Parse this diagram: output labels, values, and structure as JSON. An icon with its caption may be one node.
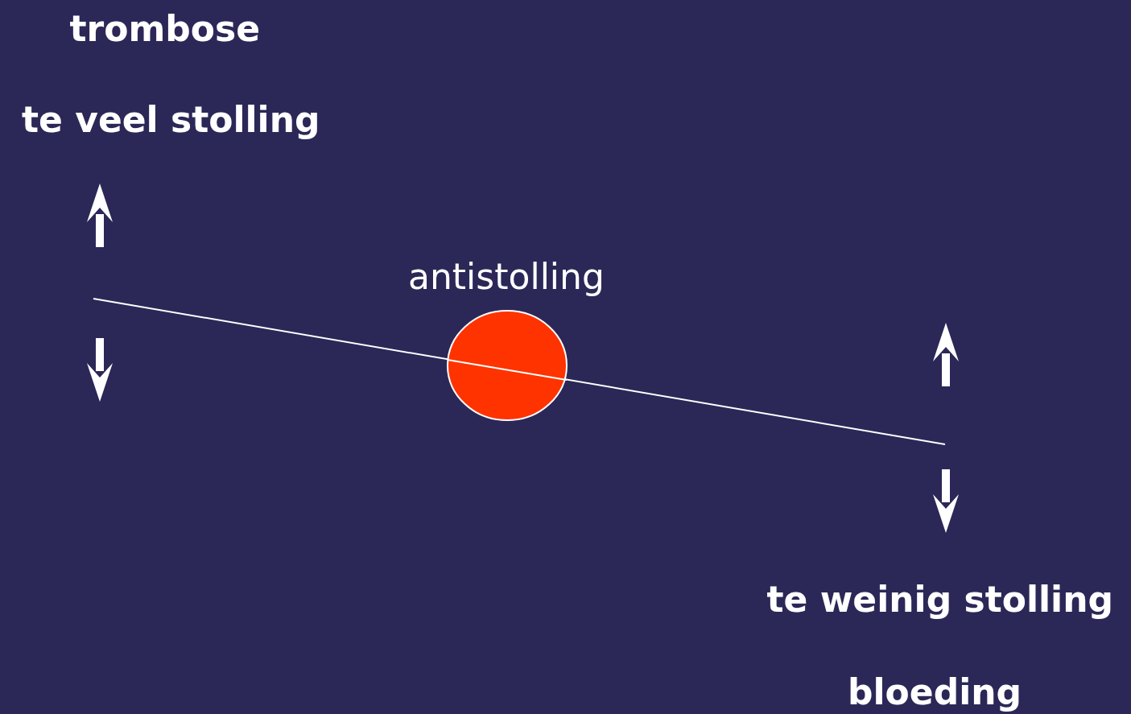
{
  "diagram": {
    "labels": [
      "trombose",
      "te veel stolling",
      "antistolling",
      "te weinig stolling",
      "bloeding"
    ]
  }
}
